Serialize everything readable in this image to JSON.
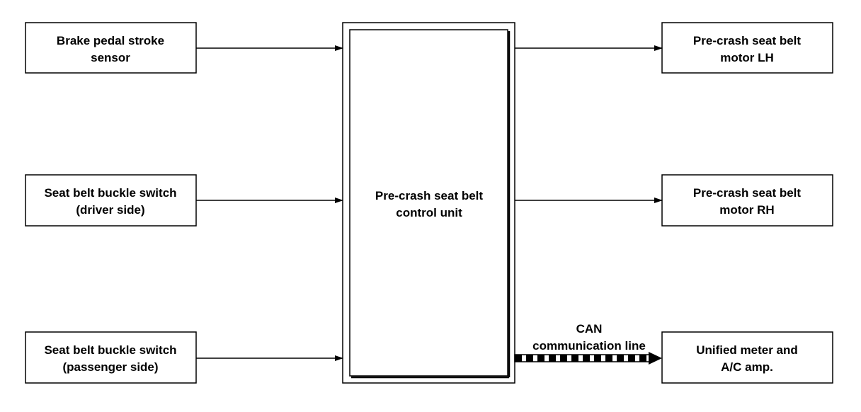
{
  "inputs": [
    {
      "line1": "Brake pedal stroke",
      "line2": "sensor"
    },
    {
      "line1": "Seat belt buckle switch",
      "line2": "(driver side)"
    },
    {
      "line1": "Seat belt buckle switch",
      "line2": "(passenger side)"
    }
  ],
  "control_unit": {
    "line1": "Pre-crash seat belt",
    "line2": "control unit"
  },
  "outputs": [
    {
      "line1": "Pre-crash seat belt",
      "line2": "motor LH"
    },
    {
      "line1": "Pre-crash seat belt",
      "line2": "motor RH"
    },
    {
      "line1": "Unified meter and",
      "line2": "A/C amp."
    }
  ],
  "can_line": {
    "line1": "CAN",
    "line2": "communication line"
  }
}
